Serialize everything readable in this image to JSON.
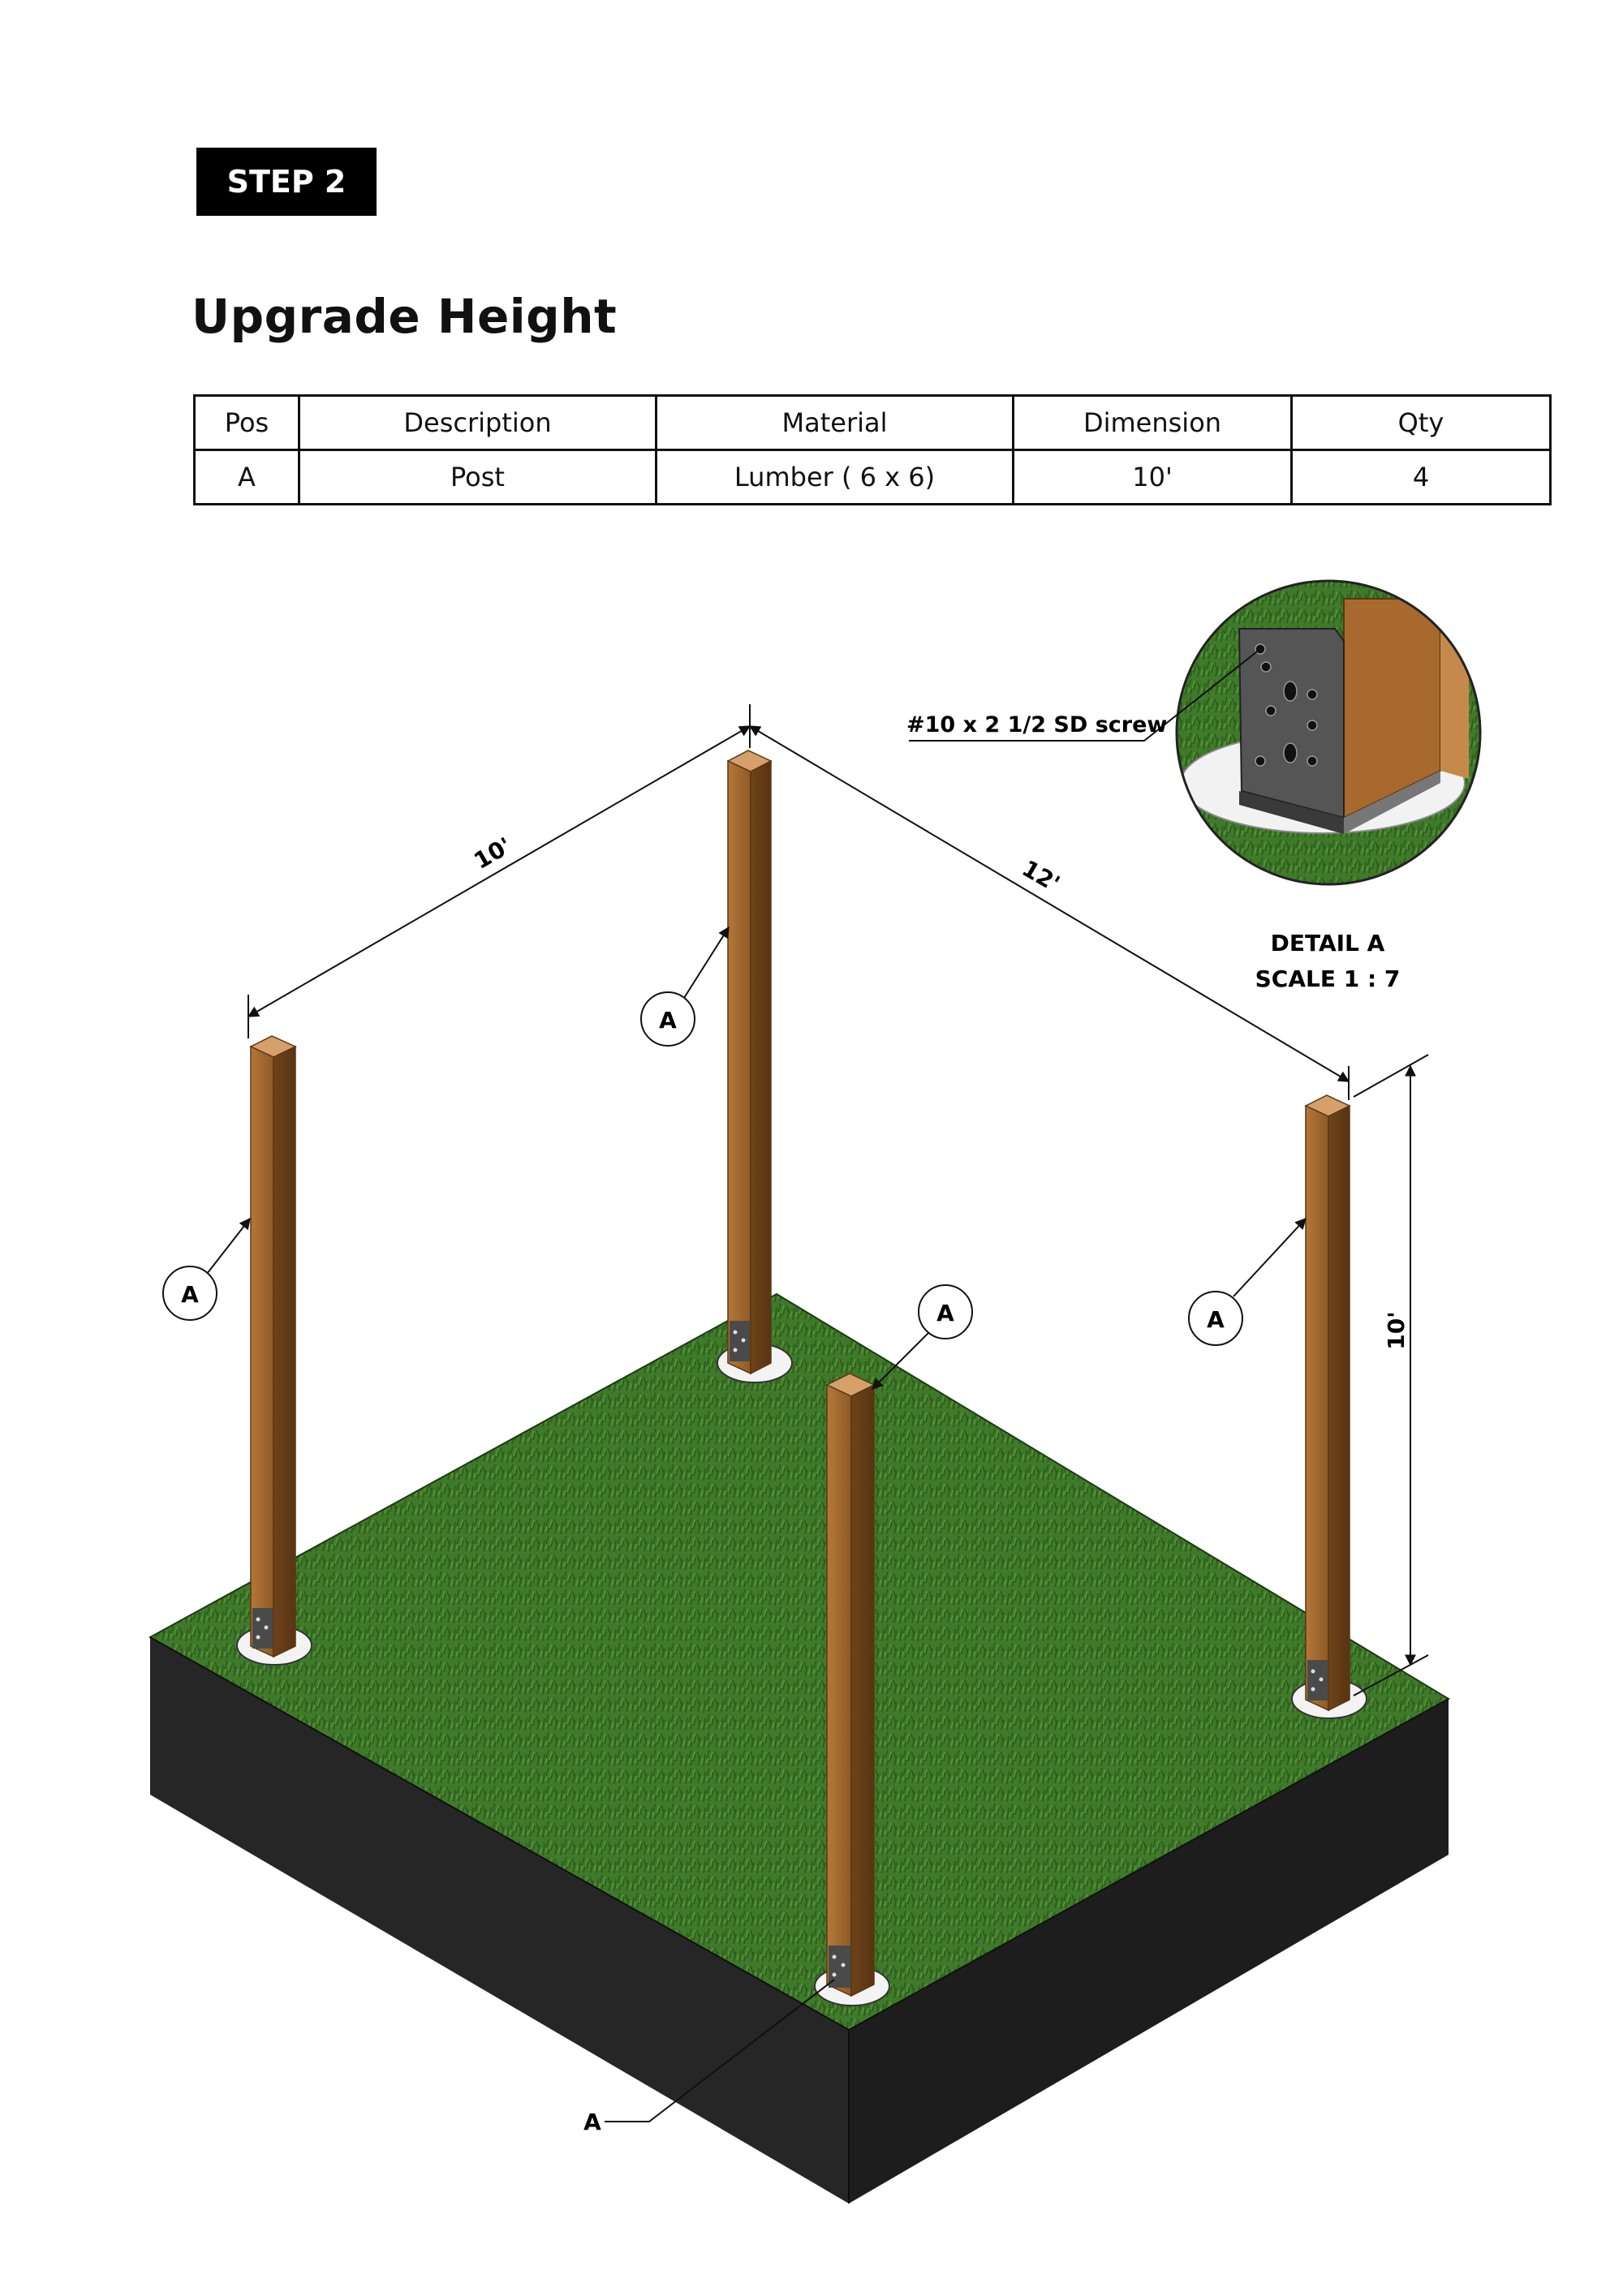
{
  "step_label": "STEP 2",
  "title": "Upgrade Height",
  "table": {
    "headers": [
      "Pos",
      "Description",
      "Material",
      "Dimension",
      "Qty"
    ],
    "rows": [
      [
        "A",
        "Post",
        "Lumber ( 6 x 6)",
        "10'",
        "4"
      ]
    ]
  },
  "diagram": {
    "dim_left": "10'",
    "dim_right": "12'",
    "dim_height": "10'",
    "callout_label": "A",
    "screw_label": "#10 x 2 1/2 SD screw",
    "detail_title": "DETAIL A",
    "detail_scale": "SCALE 1 : 7"
  },
  "colors": {
    "grass": "#3f7a2a",
    "soil": "#2b2b2b",
    "lumber": "#a3672d",
    "bracket": "#4a4a4a"
  }
}
